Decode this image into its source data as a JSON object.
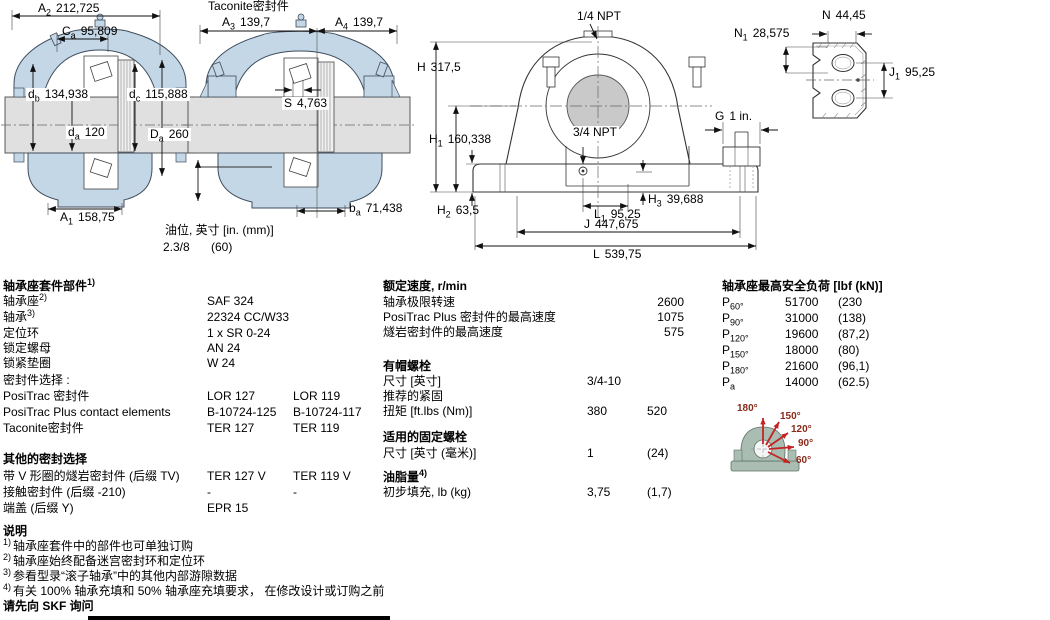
{
  "colors": {
    "housing_blue": "#c4d7e6",
    "shaft_gray": "#e0e0e0",
    "bore_gray": "#c9c9c9",
    "arrow_red": "#c42323",
    "mini_housing_teal": "#a9bdb2"
  },
  "drawings": {
    "front": {
      "a2": {
        "sym": "A",
        "sub": "2",
        "val": "212,725"
      },
      "ca": {
        "sym": "C",
        "sub": "a",
        "val": "95,809"
      },
      "db": {
        "sym": "d",
        "sub": "b",
        "val": "134,938"
      },
      "dc": {
        "sym": "d",
        "sub": "c",
        "val": "115,888"
      },
      "da": {
        "sym": "d",
        "sub": "a",
        "val": "120"
      },
      "Da": {
        "sym": "D",
        "sub": "a",
        "val": "260"
      },
      "a1": {
        "sym": "A",
        "sub": "1",
        "val": "158,75"
      }
    },
    "taconite": {
      "title": "Taconite密封件",
      "a3": {
        "sym": "A",
        "sub": "3",
        "val": "139,7"
      },
      "a4": {
        "sym": "A",
        "sub": "4",
        "val": "139,7"
      },
      "s": {
        "sym": "S",
        "sub": "",
        "val": "4,763"
      },
      "ba": {
        "sym": "b",
        "sub": "a",
        "val": "71,438"
      },
      "oil_label": "油位, 英寸 [in. (mm)]",
      "oil_in": "2.3/8",
      "oil_mm": "(60)"
    },
    "side": {
      "npt14": "1/4 NPT",
      "npt34": "3/4 NPT",
      "h": {
        "sym": "H",
        "sub": "",
        "val": "317,5"
      },
      "h1": {
        "sym": "H",
        "sub": "1",
        "val": "160,338"
      },
      "h2": {
        "sym": "H",
        "sub": "2",
        "val": "63,5"
      },
      "h3": {
        "sym": "H",
        "sub": "3",
        "val": "39,688"
      },
      "l1": {
        "sym": "L",
        "sub": "1",
        "val": "95,25"
      },
      "j": {
        "sym": "J",
        "sub": "",
        "val": "447,675"
      },
      "l": {
        "sym": "L",
        "sub": "",
        "val": "539,75"
      },
      "g": {
        "sym": "G",
        "sub": "",
        "val": "1 in."
      }
    },
    "footprint": {
      "n": {
        "sym": "N",
        "sub": "",
        "val": "44,45"
      },
      "n1": {
        "sym": "N",
        "sub": "1",
        "val": "28,575"
      },
      "j1": {
        "sym": "J",
        "sub": "1",
        "val": "95,25"
      }
    }
  },
  "parts": {
    "title": "轴承座套件部件",
    "title_sup": "1)",
    "rows": [
      {
        "label": "轴承座",
        "sup": "2)",
        "v1": "SAF 324",
        "v2": ""
      },
      {
        "label": "轴承",
        "sup": "3)",
        "v1": "22324 CC/W33",
        "v2": ""
      },
      {
        "label": "定位环",
        "sup": "",
        "v1": "1 x SR 0-24",
        "v2": ""
      },
      {
        "label": "锁定螺母",
        "sup": "",
        "v1": "AN 24",
        "v2": ""
      },
      {
        "label": "锁紧垫圈",
        "sup": "",
        "v1": "W 24",
        "v2": ""
      }
    ],
    "seal_select_label": "密封件选择 :",
    "seal_rows": [
      {
        "label": "PosiTrac 密封件",
        "v1": "LOR 127",
        "v2": "LOR 119"
      },
      {
        "label": "PosiTrac Plus contact elements",
        "v1": "B-10724-125",
        "v2": "B-10724-117"
      },
      {
        "label": "Taconite密封件",
        "v1": "TER 127",
        "v2": "TER 119"
      }
    ]
  },
  "other_seals": {
    "title": "其他的密封选择",
    "rows": [
      {
        "label": "带 V 形圈的燧岩密封件 (后缀 TV)",
        "v1": "TER 127 V",
        "v2": "TER 119 V"
      },
      {
        "label": "接触密封件 (后缀 -210)",
        "v1": "-",
        "v2": "-"
      },
      {
        "label": "端盖 (后缀 Y)",
        "v1": "EPR 15",
        "v2": ""
      }
    ]
  },
  "notes": {
    "title": "说明",
    "items": [
      {
        "sup": "1)",
        "text": "轴承座套件中的部件也可单独订购"
      },
      {
        "sup": "2)",
        "text": "轴承座始终配备迷宫密封环和定位环"
      },
      {
        "sup": "3)",
        "text": "参看型录“滚子轴承”中的其他内部游隙数据"
      },
      {
        "sup": "4)",
        "text": "有关 100% 轴承充填和 50% 轴承座充填要求， 在修改设计或订购之前"
      }
    ],
    "footer": "请先向 SKF 询问"
  },
  "speed": {
    "title": "额定速度, r/min",
    "rows": [
      {
        "label": "轴承极限转速",
        "val": "2600"
      },
      {
        "label": "PosiTrac Plus 密封件的最高速度",
        "val": "1075"
      },
      {
        "label": "燧岩密封件的最高速度",
        "val": "575"
      }
    ]
  },
  "cap_bolts": {
    "title": "有帽螺栓",
    "size_label": "尺寸 [英寸]",
    "size_val": "3/4-10",
    "rec_label": "推荐的紧固",
    "torque_label": "扭矩 [ft.lbs (Nm)]",
    "torque_v1": "380",
    "torque_v2": "520"
  },
  "fixing_bolts": {
    "title": "适用的固定螺栓",
    "size_label": "尺寸 [英寸 (毫米)]",
    "v1": "1",
    "v2": "(24)"
  },
  "grease": {
    "title": "油脂量",
    "title_sup": "4)",
    "label": "初步填充, lb (kg)",
    "v1": "3,75",
    "v2": "(1,7)"
  },
  "loads": {
    "title": "轴承座最高安全负荷 [lbf (kN)]",
    "rows": [
      {
        "sym": "P",
        "sub": "60°",
        "v1": "51700",
        "v2": "(230"
      },
      {
        "sym": "P",
        "sub": "90°",
        "v1": "31000",
        "v2": "(138)"
      },
      {
        "sym": "P",
        "sub": "120°",
        "v1": "19600",
        "v2": "(87,2)"
      },
      {
        "sym": "P",
        "sub": "150°",
        "v1": "18000",
        "v2": "(80)"
      },
      {
        "sym": "P",
        "sub": "180°",
        "v1": "21600",
        "v2": "(96,1)"
      },
      {
        "sym": "P",
        "sub": "a",
        "v1": "14000",
        "v2": "(62.5)"
      }
    ],
    "angles": [
      "180°",
      "150°",
      "120°",
      "90°",
      "60°"
    ]
  }
}
